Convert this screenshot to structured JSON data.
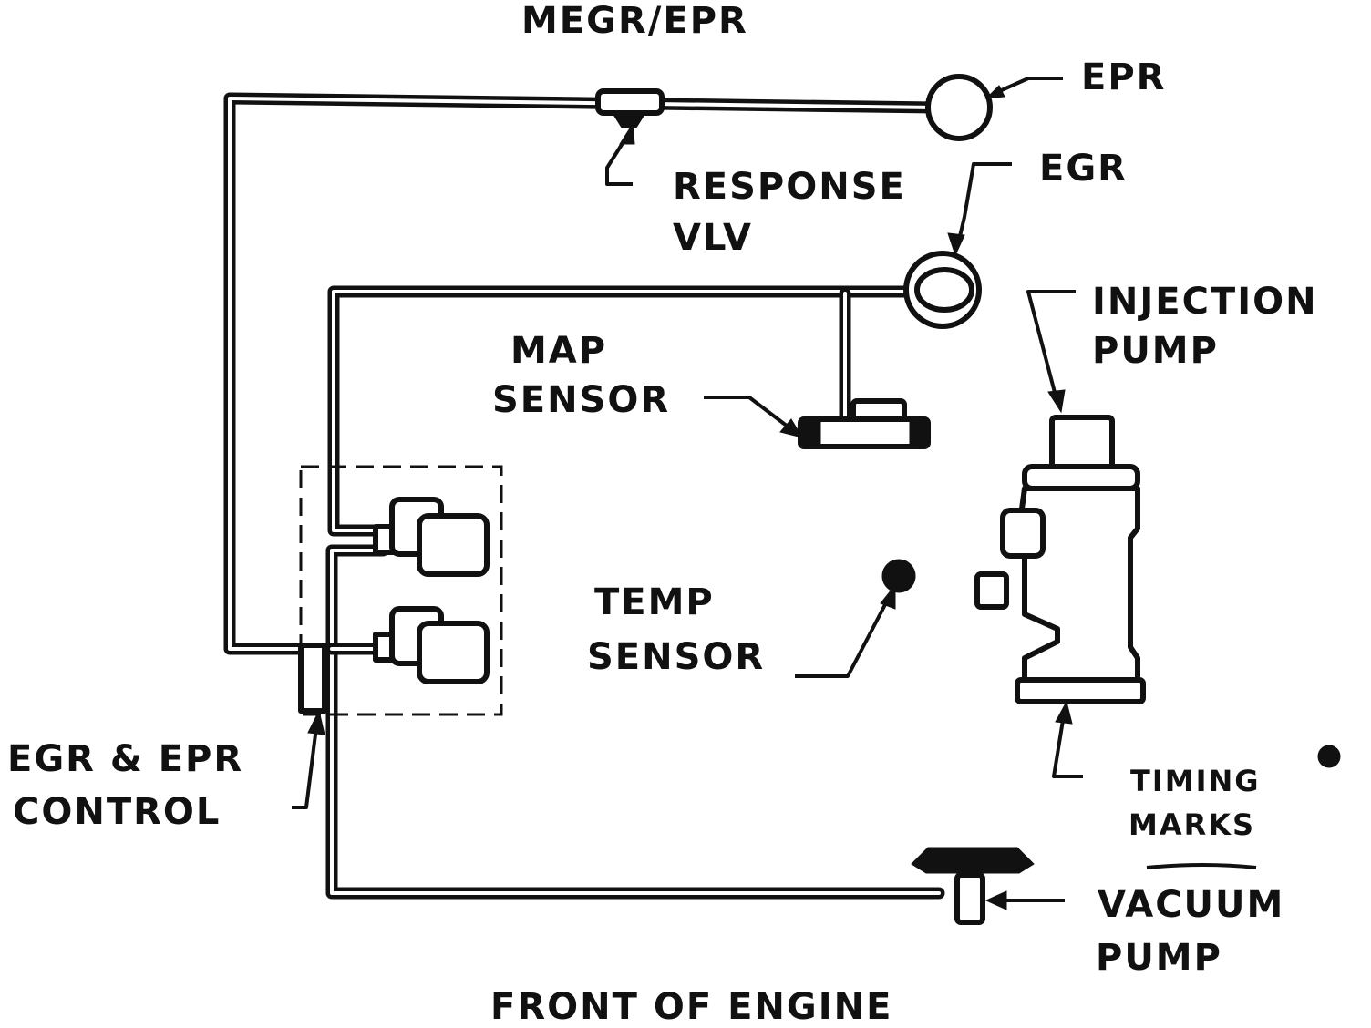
{
  "labels": {
    "megr_epr": "MEGR/EPR",
    "epr": "EPR",
    "response_line1": "RESPONSE",
    "response_line2": "VLV",
    "egr": "EGR",
    "injection_line1": "INJECTION",
    "injection_line2": "PUMP",
    "map_line1": "MAP",
    "map_line2": "SENSOR",
    "temp_line1": "TEMP",
    "temp_line2": "SENSOR",
    "control_line1": "EGR & EPR",
    "control_line2": "CONTROL",
    "timing_line1": "TIMING",
    "timing_line2": "MARKS",
    "vacuum_line1": "VACUUM",
    "vacuum_line2": "PUMP",
    "front": "FRONT OF ENGINE"
  },
  "colors": {
    "ink": "#111111",
    "paper": "#ffffff"
  }
}
